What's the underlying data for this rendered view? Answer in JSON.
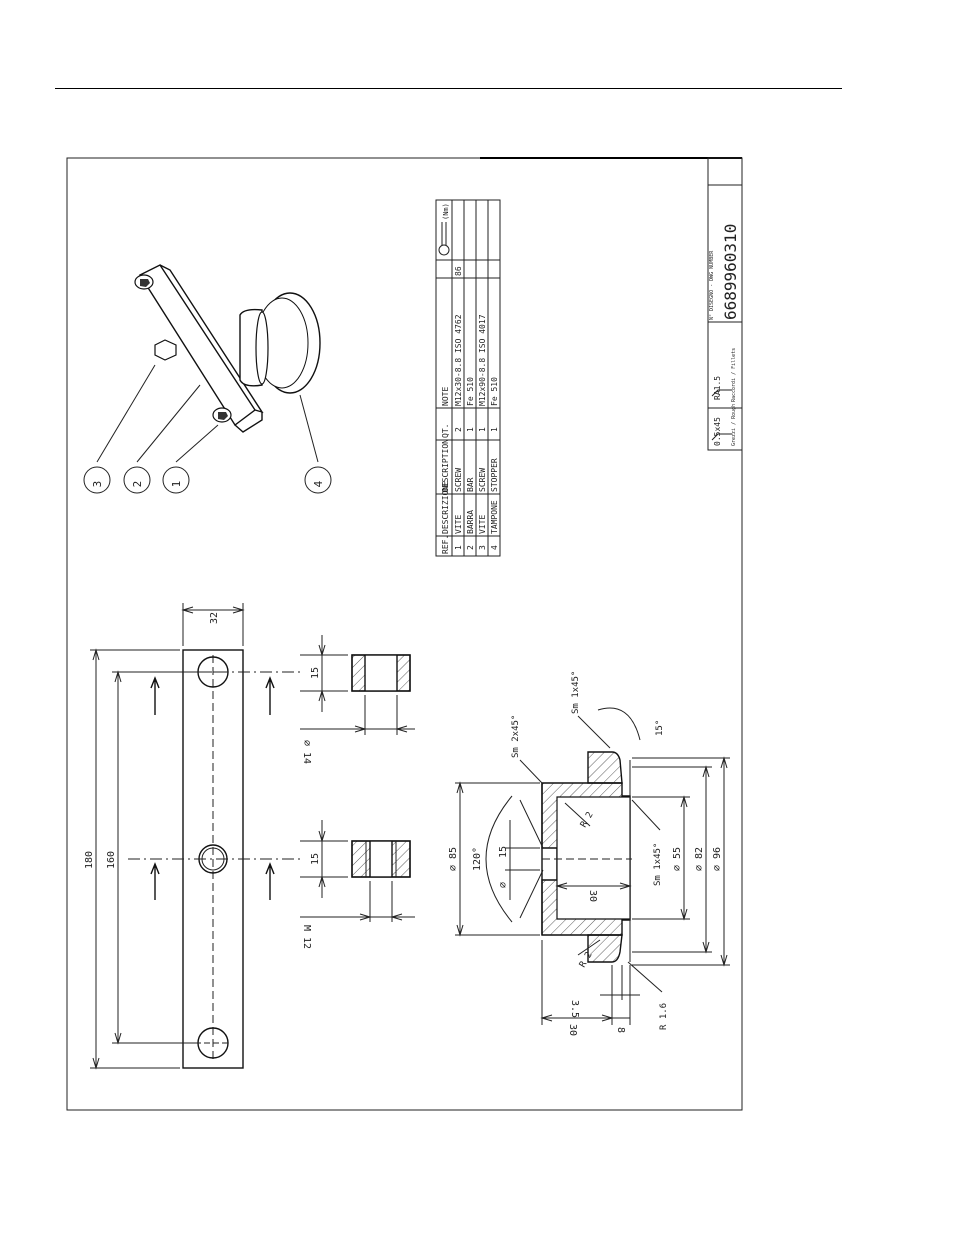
{
  "drawing_number": "6689960310",
  "title_block": {
    "scale_note": "0.5x45",
    "roughness_a": "RA1.5",
    "label_general": "Grezzi / Rough",
    "label_fittings": "Raccordi / Fillets",
    "small_header": "N° DISEGNO - DWG NUMBER"
  },
  "parts_table": {
    "headers": [
      "REF.",
      "DESCRIZIONE",
      "DESCRIPTION",
      "QT.",
      "NOTE",
      "(Nm)"
    ],
    "rows": [
      {
        "ref": "1",
        "descrizione": "VITE",
        "description": "SCREW",
        "qt": "2",
        "note": "M12x30-8.8 ISO 4762",
        "torque": "86"
      },
      {
        "ref": "2",
        "descrizione": "BARRA",
        "description": "BAR",
        "qt": "1",
        "note": "Fe 510",
        "torque": ""
      },
      {
        "ref": "3",
        "descrizione": "VITE",
        "description": "SCREW",
        "qt": "1",
        "note": "M12x90-8.8 ISO 4017",
        "torque": ""
      },
      {
        "ref": "4",
        "descrizione": "TAMPONE",
        "description": "STOPPER",
        "qt": "1",
        "note": "Fe 510",
        "torque": ""
      }
    ]
  },
  "balloons": [
    "3",
    "2",
    "1",
    "4"
  ],
  "bar_dims": {
    "overall_length": "180",
    "hole_spacing": "160",
    "width": "32",
    "section_thickness_a": "15",
    "section_thickness_b": "15",
    "hole_diameter": "∅ 14",
    "thread": "M 12"
  },
  "stopper_dims": {
    "outer_diameter": "∅ 85",
    "angle": "120°",
    "hole_depth": "15",
    "hole_diameter": "∅",
    "radius_top": "R 2",
    "chamfer_top": "Sm 2x45°",
    "chamfer_mid": "Sm 1x45°",
    "chamfer_lower": "Sm 1x45°",
    "angle_lip": "15°",
    "inner_depth": "30",
    "diameter_55": "∅ 55",
    "diameter_82": "∅ 82",
    "diameter_96": "∅ 96",
    "radius_lower": "R 2",
    "radius_small": "R 1.6",
    "height_total": "30",
    "height_lip": "8",
    "height_step": "3.5"
  }
}
